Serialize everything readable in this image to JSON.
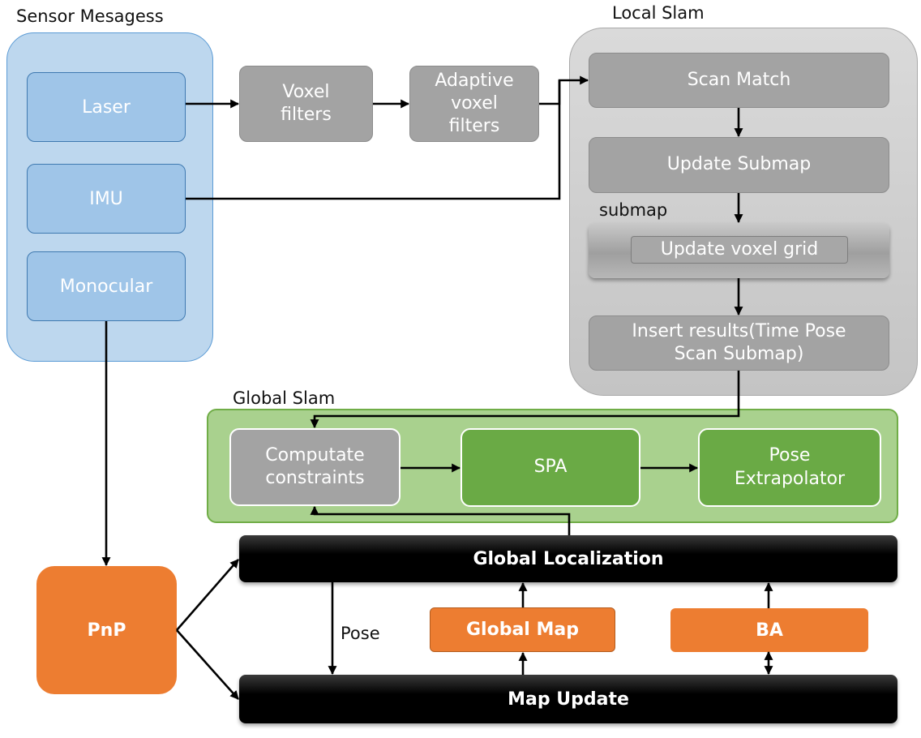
{
  "sensor_group": {
    "title": "Sensor Mesagess",
    "laser": "Laser",
    "imu": "IMU",
    "monocular": "Monocular"
  },
  "filters": {
    "voxel": "Voxel\nfilters",
    "adaptive": "Adaptive\nvoxel\nfilters"
  },
  "local_slam": {
    "title": "Local Slam",
    "scan_match": "Scan Match",
    "update_submap": "Update Submap",
    "submap_label": "submap",
    "update_voxel_grid": "Update voxel grid",
    "insert_results": "Insert results(Time Pose\nScan Submap)"
  },
  "global_slam": {
    "title": "Global Slam",
    "computate": "Computate\nconstraints",
    "spa": "SPA",
    "pose_extrapolator": "Pose\nExtrapolator"
  },
  "bottom": {
    "global_localization": "Global Localization",
    "map_update": "Map Update",
    "pose_label": "Pose",
    "global_map": "Global Map",
    "ba": "BA",
    "pnp": "PnP"
  },
  "colors": {
    "sensor_panel": "#bdd7ee",
    "sensor_box": "#9fc5e8",
    "gray_box": "#a3a3a3",
    "local_panel": "#d0d0d0",
    "global_panel": "#a9d18e",
    "green_box": "#6aaa45",
    "orange": "#ed7d31",
    "black_bar": "#000000"
  }
}
